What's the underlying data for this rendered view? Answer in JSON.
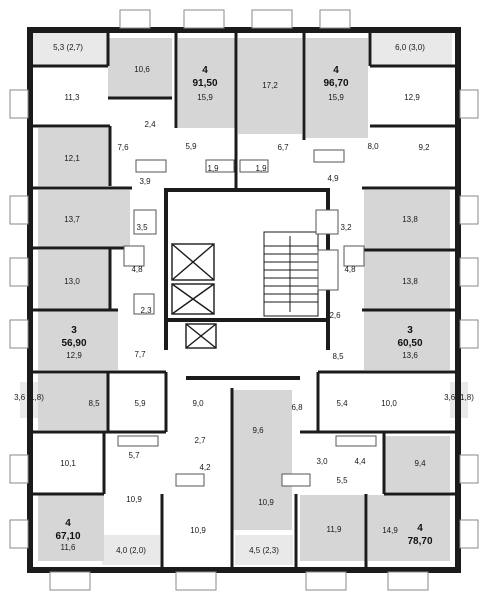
{
  "colors": {
    "wall": "#1b1b1b",
    "grey_room": "#d6d6d6",
    "white_room": "#ffffff",
    "balcony": "#e9e9e9",
    "core": "#ffffff"
  },
  "apartments": [
    {
      "id": "apt-4-91",
      "rooms": "4",
      "area": "91,50"
    },
    {
      "id": "apt-4-96",
      "rooms": "4",
      "area": "96,70"
    },
    {
      "id": "apt-3-56",
      "rooms": "3",
      "area": "56,90"
    },
    {
      "id": "apt-3-60",
      "rooms": "3",
      "area": "60,50"
    },
    {
      "id": "apt-4-67",
      "rooms": "4",
      "area": "67,10"
    },
    {
      "id": "apt-4-78",
      "rooms": "4",
      "area": "78,70"
    }
  ],
  "room_areas": {
    "r1": "5,3 (2,7)",
    "r2": "10,6",
    "r3": "15,9",
    "r4": "17,2",
    "r5": "15,9",
    "r6": "6,0 (3,0)",
    "r7": "11,3",
    "r8": "12,9",
    "r9": "2,4",
    "r10": "7,6",
    "r11": "5,9",
    "r12": "6,7",
    "r13": "8,0",
    "r14": "9,2",
    "r15": "12,1",
    "r16": "1,9",
    "r17": "1,9",
    "r18": "3,9",
    "r19": "4,9",
    "r20": "13,7",
    "r21": "13,8",
    "r22": "3,5",
    "r23": "3,2",
    "r24": "13,0",
    "r25": "4,8",
    "r26": "4,8",
    "r27": "13,8",
    "r28": "2,3",
    "r29": "2,6",
    "r30": "12,9",
    "r31": "13,6",
    "r32": "7,7",
    "r33": "8,5",
    "r34": "3,6 (1,8)",
    "r35": "8,5",
    "r36": "5,9",
    "r37": "9,0",
    "r38": "6,8",
    "r39": "5,4",
    "r40": "10,0",
    "r41": "3,6 (1,8)",
    "r42": "9,6",
    "r43": "2,7",
    "r44": "10,1",
    "r45": "5,7",
    "r46": "3,0",
    "r47": "4,4",
    "r48": "9,4",
    "r49": "4,2",
    "r50": "5,5",
    "r51": "10,9",
    "r52": "10,9",
    "r53": "11,6",
    "r54": "10,9",
    "r55": "11,9",
    "r56": "14,9",
    "r57": "4,0 (2,0)",
    "r58": "4,5 (2,3)"
  }
}
